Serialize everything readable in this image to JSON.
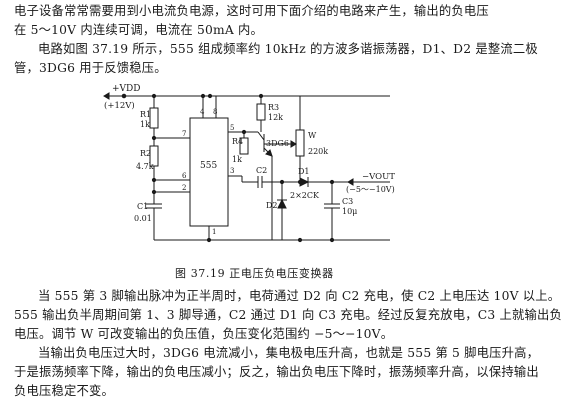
{
  "intro": {
    "lines": [
      "电子设备常常需要用到小电流负电源，这时可用下面介绍的电路来产生，输出的负电压",
      "在 5～10V 内连续可调，电流在 50mA 内。",
      "电路如图 37.19 所示，555 组成频率约 10kHz 的方波多谐振荡器，D1、D2 是整流二极",
      "管，3DG6 用于反馈稳压。"
    ]
  },
  "circuit": {
    "vdd_label": "+VDD",
    "vdd_value": "(+12V)",
    "chip_label": "555",
    "r1_label": "R1",
    "r1_value": "1k",
    "r2_label": "R2",
    "r2_value": "4.7k",
    "c1_label": "C1",
    "c1_value": "0.01",
    "r3_label": "R3",
    "r3_value": "12k",
    "r4_label": "R4",
    "r4_value": "1k",
    "transistor_label": "3DG6",
    "pot_label": "W",
    "pot_value": "220k",
    "c2_label": "C2",
    "c3_label": "C3",
    "c3_value": "10μ",
    "d1_label": "D1",
    "d2_label": "D2",
    "diode_type": "2×2CK",
    "vout_label": "−VOUT",
    "vout_range": "(−5～−10V)",
    "pins": {
      "p7": "7",
      "p6": "6",
      "p2": "2",
      "p1": "1",
      "p4": "4",
      "p8": "8",
      "p3": "3",
      "p5": "5"
    }
  },
  "caption": "图 37.19    正电压负电压变换器",
  "body": {
    "para1": [
      "当 555 第 3 脚输出脉冲为正半周时，电荷通过 D2 向 C2 充电，使 C2 上电压达 10V 以上。",
      "555 输出负半周期间第 1、3 脚导通，C2 通过 D1 向 C3 充电。经过反复充放电，C3 上就输出负",
      "电压。调节 W 可改变输出的负压值，负压变化范围约 −5～−10V。"
    ],
    "para2": [
      "当输出负电压过大时，3DG6 电流减小，集电极电压升高，也就是 555 第 5 脚电压升高，",
      "于是振荡频率下降，输出的负电压减小；反之，输出负电压下降时，振荡频率升高，以保持输出",
      "负电压稳定不变。"
    ]
  }
}
